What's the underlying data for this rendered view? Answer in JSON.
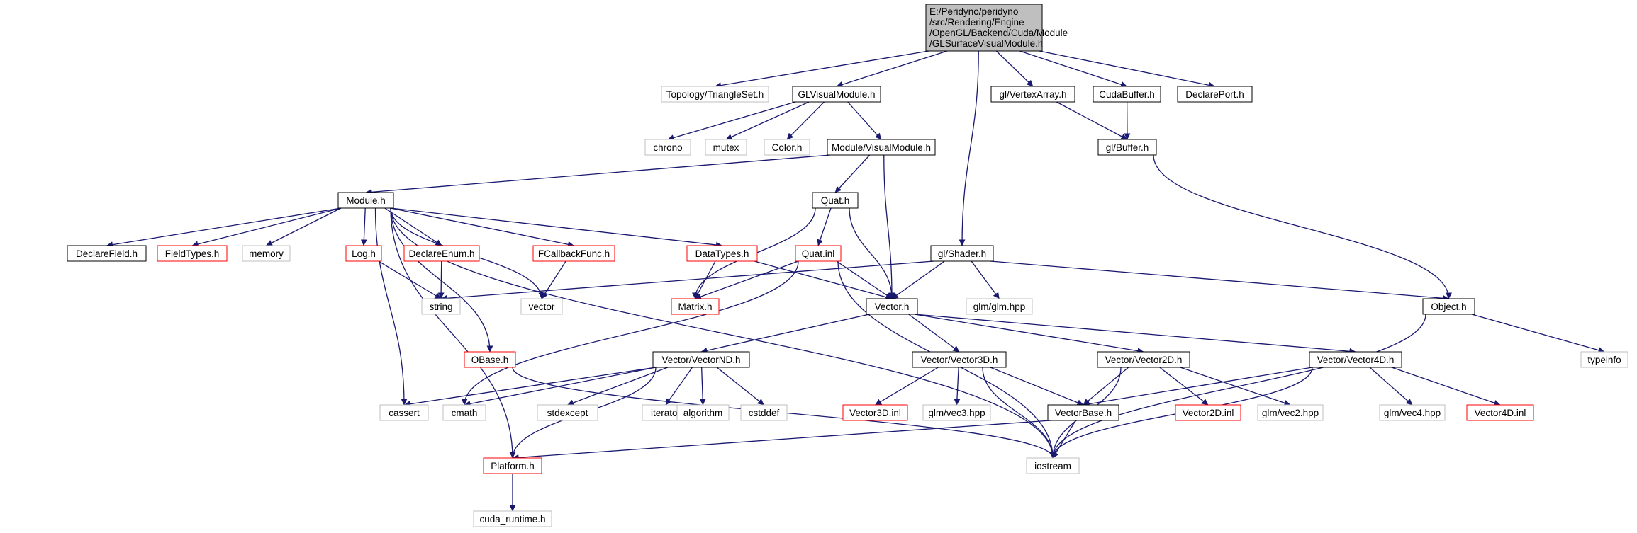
{
  "colors": {
    "edge": "#191970",
    "border_normal": "#000000",
    "border_truncated": "#ff0000",
    "border_system": "#bfbfbf",
    "fill_root": "#bfbfbf",
    "fill_default": "#ffffff"
  },
  "diagram": {
    "nodes": [
      {
        "id": "root",
        "lines": [
          "E:/Peridyno/peridyno",
          "/src/Rendering/Engine",
          "/OpenGL/Backend/Cuda/Module",
          "/GLSurfaceVisualModule.h"
        ],
        "style": "root"
      },
      {
        "id": "triangleset",
        "lines": [
          "Topology/TriangleSet.h"
        ],
        "style": "system"
      },
      {
        "id": "glvisualmodule",
        "lines": [
          "GLVisualModule.h"
        ],
        "style": "normal"
      },
      {
        "id": "glvertexarray",
        "lines": [
          "gl/VertexArray.h"
        ],
        "style": "normal"
      },
      {
        "id": "cudabuffer",
        "lines": [
          "CudaBuffer.h"
        ],
        "style": "normal"
      },
      {
        "id": "declareport",
        "lines": [
          "DeclarePort.h"
        ],
        "style": "normal"
      },
      {
        "id": "chrono",
        "lines": [
          "chrono"
        ],
        "style": "system"
      },
      {
        "id": "mutex",
        "lines": [
          "mutex"
        ],
        "style": "system"
      },
      {
        "id": "color",
        "lines": [
          "Color.h"
        ],
        "style": "system"
      },
      {
        "id": "modulevisual",
        "lines": [
          "Module/VisualModule.h"
        ],
        "style": "normal"
      },
      {
        "id": "glbuffer",
        "lines": [
          "gl/Buffer.h"
        ],
        "style": "normal"
      },
      {
        "id": "module",
        "lines": [
          "Module.h"
        ],
        "style": "normal"
      },
      {
        "id": "quat",
        "lines": [
          "Quat.h"
        ],
        "style": "normal"
      },
      {
        "id": "declarefield",
        "lines": [
          "DeclareField.h"
        ],
        "style": "normal"
      },
      {
        "id": "fieldtypes",
        "lines": [
          "FieldTypes.h"
        ],
        "style": "truncated"
      },
      {
        "id": "memory",
        "lines": [
          "memory"
        ],
        "style": "system"
      },
      {
        "id": "log",
        "lines": [
          "Log.h"
        ],
        "style": "truncated"
      },
      {
        "id": "declareenum",
        "lines": [
          "DeclareEnum.h"
        ],
        "style": "truncated"
      },
      {
        "id": "fcallback",
        "lines": [
          "FCallbackFunc.h"
        ],
        "style": "truncated"
      },
      {
        "id": "datatypes",
        "lines": [
          "DataTypes.h"
        ],
        "style": "truncated"
      },
      {
        "id": "quatinl",
        "lines": [
          "Quat.inl"
        ],
        "style": "truncated"
      },
      {
        "id": "glshader",
        "lines": [
          "gl/Shader.h"
        ],
        "style": "normal"
      },
      {
        "id": "string",
        "lines": [
          "string"
        ],
        "style": "system"
      },
      {
        "id": "vector",
        "lines": [
          "vector"
        ],
        "style": "system"
      },
      {
        "id": "matrix",
        "lines": [
          "Matrix.h"
        ],
        "style": "truncated"
      },
      {
        "id": "vectorh",
        "lines": [
          "Vector.h"
        ],
        "style": "normal"
      },
      {
        "id": "glmglm",
        "lines": [
          "glm/glm.hpp"
        ],
        "style": "system"
      },
      {
        "id": "object",
        "lines": [
          "Object.h"
        ],
        "style": "normal"
      },
      {
        "id": "typeinfo",
        "lines": [
          "typeinfo"
        ],
        "style": "system"
      },
      {
        "id": "obase",
        "lines": [
          "OBase.h"
        ],
        "style": "truncated"
      },
      {
        "id": "vectornd",
        "lines": [
          "Vector/VectorND.h"
        ],
        "style": "normal"
      },
      {
        "id": "vector3d",
        "lines": [
          "Vector/Vector3D.h"
        ],
        "style": "normal"
      },
      {
        "id": "vector2d",
        "lines": [
          "Vector/Vector2D.h"
        ],
        "style": "normal"
      },
      {
        "id": "vector4d",
        "lines": [
          "Vector/Vector4D.h"
        ],
        "style": "normal"
      },
      {
        "id": "cassert",
        "lines": [
          "cassert"
        ],
        "style": "system"
      },
      {
        "id": "cmath",
        "lines": [
          "cmath"
        ],
        "style": "system"
      },
      {
        "id": "stdexcept",
        "lines": [
          "stdexcept"
        ],
        "style": "system"
      },
      {
        "id": "iterator",
        "lines": [
          "iterator"
        ],
        "style": "system"
      },
      {
        "id": "algorithm",
        "lines": [
          "algorithm"
        ],
        "style": "system"
      },
      {
        "id": "cstddef",
        "lines": [
          "cstddef"
        ],
        "style": "system"
      },
      {
        "id": "vector3dinl",
        "lines": [
          "Vector3D.inl"
        ],
        "style": "truncated"
      },
      {
        "id": "glmvec3",
        "lines": [
          "glm/vec3.hpp"
        ],
        "style": "system"
      },
      {
        "id": "vectorbase",
        "lines": [
          "VectorBase.h"
        ],
        "style": "normal"
      },
      {
        "id": "vector2dinl",
        "lines": [
          "Vector2D.inl"
        ],
        "style": "truncated"
      },
      {
        "id": "glmvec2",
        "lines": [
          "glm/vec2.hpp"
        ],
        "style": "system"
      },
      {
        "id": "glmvec4",
        "lines": [
          "glm/vec4.hpp"
        ],
        "style": "system"
      },
      {
        "id": "vector4dinl",
        "lines": [
          "Vector4D.inl"
        ],
        "style": "truncated"
      },
      {
        "id": "platform",
        "lines": [
          "Platform.h"
        ],
        "style": "truncated"
      },
      {
        "id": "iostream",
        "lines": [
          "iostream"
        ],
        "style": "system"
      },
      {
        "id": "cudaruntime",
        "lines": [
          "cuda_runtime.h"
        ],
        "style": "system"
      }
    ],
    "edges": [
      [
        "root",
        "triangleset"
      ],
      [
        "root",
        "glvisualmodule"
      ],
      [
        "root",
        "glshader"
      ],
      [
        "root",
        "glvertexarray"
      ],
      [
        "root",
        "cudabuffer"
      ],
      [
        "root",
        "declareport"
      ],
      [
        "glvisualmodule",
        "chrono"
      ],
      [
        "glvisualmodule",
        "mutex"
      ],
      [
        "glvisualmodule",
        "color"
      ],
      [
        "glvisualmodule",
        "modulevisual"
      ],
      [
        "glvertexarray",
        "glbuffer"
      ],
      [
        "cudabuffer",
        "glbuffer"
      ],
      [
        "glbuffer",
        "object"
      ],
      [
        "modulevisual",
        "module"
      ],
      [
        "modulevisual",
        "quat"
      ],
      [
        "modulevisual",
        "vectorh"
      ],
      [
        "module",
        "declarefield"
      ],
      [
        "module",
        "fieldtypes"
      ],
      [
        "module",
        "memory"
      ],
      [
        "module",
        "log"
      ],
      [
        "module",
        "declareenum"
      ],
      [
        "module",
        "fcallback"
      ],
      [
        "module",
        "datatypes"
      ],
      [
        "module",
        "vector"
      ],
      [
        "module",
        "obase"
      ],
      [
        "module",
        "cassert"
      ],
      [
        "module",
        "platform"
      ],
      [
        "module",
        "iostream"
      ],
      [
        "log",
        "string"
      ],
      [
        "declareenum",
        "string"
      ],
      [
        "fcallback",
        "vector"
      ],
      [
        "datatypes",
        "matrix"
      ],
      [
        "datatypes",
        "vectorh"
      ],
      [
        "quat",
        "matrix"
      ],
      [
        "quat",
        "quatinl"
      ],
      [
        "quat",
        "vectorh"
      ],
      [
        "quatinl",
        "matrix"
      ],
      [
        "quatinl",
        "vectorh"
      ],
      [
        "quatinl",
        "cmath"
      ],
      [
        "quatinl",
        "iostream"
      ],
      [
        "glshader",
        "string"
      ],
      [
        "glshader",
        "vectorh"
      ],
      [
        "glshader",
        "glmglm"
      ],
      [
        "glshader",
        "object"
      ],
      [
        "object",
        "typeinfo"
      ],
      [
        "object",
        "iostream"
      ],
      [
        "obase",
        "iostream"
      ],
      [
        "vectorh",
        "vectornd"
      ],
      [
        "vectorh",
        "vector3d"
      ],
      [
        "vectorh",
        "vector2d"
      ],
      [
        "vectorh",
        "vector4d"
      ],
      [
        "vectornd",
        "cassert"
      ],
      [
        "vectornd",
        "cmath"
      ],
      [
        "vectornd",
        "stdexcept"
      ],
      [
        "vectornd",
        "iterator"
      ],
      [
        "vectornd",
        "algorithm"
      ],
      [
        "vectornd",
        "cstddef"
      ],
      [
        "vectornd",
        "platform"
      ],
      [
        "vector3d",
        "vector3dinl"
      ],
      [
        "vector3d",
        "glmvec3"
      ],
      [
        "vector3d",
        "vectorbase"
      ],
      [
        "vector3d",
        "iostream"
      ],
      [
        "vector2d",
        "vectorbase"
      ],
      [
        "vector2d",
        "vector2dinl"
      ],
      [
        "vector2d",
        "glmvec2"
      ],
      [
        "vector2d",
        "iostream"
      ],
      [
        "vector4d",
        "vectorbase"
      ],
      [
        "vector4d",
        "glmvec4"
      ],
      [
        "vector4d",
        "vector4dinl"
      ],
      [
        "vector4d",
        "iostream"
      ],
      [
        "vectorbase",
        "platform"
      ],
      [
        "vectorbase",
        "iostream"
      ],
      [
        "platform",
        "cudaruntime"
      ]
    ]
  }
}
